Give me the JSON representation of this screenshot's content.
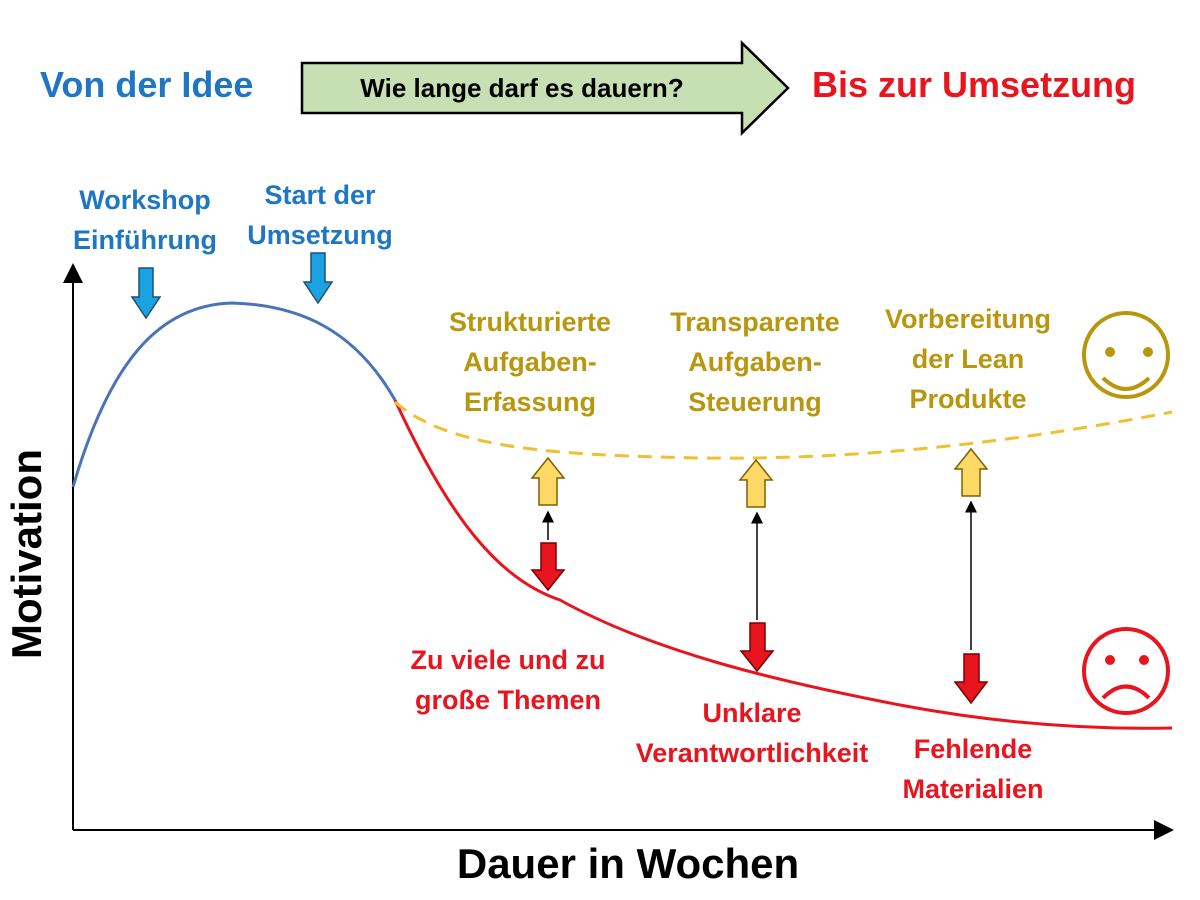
{
  "header": {
    "left_text": "Von der Idee",
    "arrow_text": "Wie lange darf es dauern?",
    "right_text": "Bis zur Umsetzung"
  },
  "axes": {
    "y_label": "Motivation",
    "x_label": "Dauer in Wochen"
  },
  "milestones": [
    {
      "line1": "Workshop",
      "line2": "Einführung"
    },
    {
      "line1": "Start der",
      "line2": "Umsetzung"
    }
  ],
  "measures": [
    {
      "line1": "Strukturierte",
      "line2": "Aufgaben-",
      "line3": "Erfassung"
    },
    {
      "line1": "Transparente",
      "line2": "Aufgaben-",
      "line3": "Steuerung"
    },
    {
      "line1": "Vorbereitung",
      "line2": "der Lean",
      "line3": "Produkte"
    }
  ],
  "problems": [
    {
      "line1": "Zu viele und zu",
      "line2": "große Themen"
    },
    {
      "line1": "Unklare",
      "line2": "Verantwortlichkeit"
    },
    {
      "line1": "Fehlende",
      "line2": "Materialien"
    }
  ],
  "icons": {
    "happy": "smiley-happy-icon",
    "sad": "smiley-sad-icon"
  },
  "colors": {
    "blue": "#1f77c4",
    "curve_blue": "#4a73b8",
    "red": "#e8141e",
    "gold": "#b8960d",
    "dashed": "#f0c030",
    "arrow_green": "#c6e0b4",
    "arrow_light_yellow": "#ffd966",
    "milestone_arrow": "#1aa3e0"
  }
}
